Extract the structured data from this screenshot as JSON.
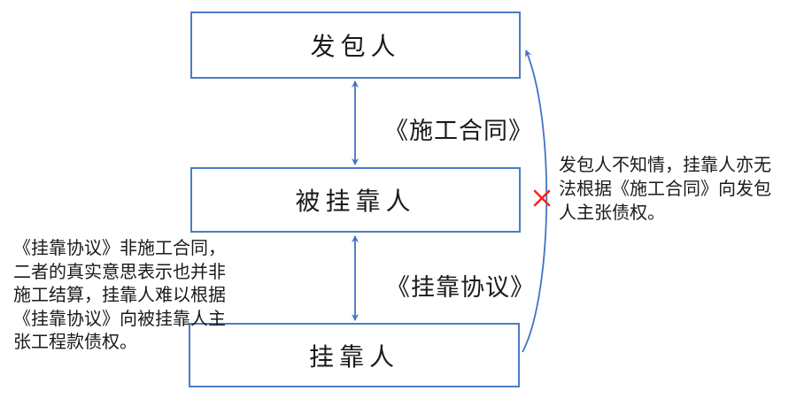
{
  "diagram": {
    "nodes": [
      {
        "id": "employer",
        "label": "发包人"
      },
      {
        "id": "affiliated",
        "label": "被挂靠人"
      },
      {
        "id": "attacher",
        "label": "挂靠人"
      }
    ],
    "edges": [
      {
        "id": "construction-contract",
        "label": "《施工合同》",
        "from": "employer",
        "to": "affiliated",
        "style": "double-arrow"
      },
      {
        "id": "affiliation-agreement",
        "label": "《挂靠协议》",
        "from": "affiliated",
        "to": "attacher",
        "style": "double-arrow"
      },
      {
        "id": "blocked-claim",
        "label": "",
        "from": "attacher",
        "to": "employer",
        "style": "curved-arrow-with-red-x"
      }
    ],
    "annotations": {
      "left": "《挂靠协议》非施工合同，\n二者的真实意思表示也并非\n施工结算，挂靠人难以根据\n《挂靠协议》向被挂靠人主\n张工程款债权。",
      "right": "发包人不知情，挂靠人亦无\n法根据《施工合同》向发包\n人主张债权。"
    },
    "colors": {
      "box_border": "#4a7cc7",
      "arrow_line": "#4472c4",
      "red_cross": "#ff1f1f",
      "text": "#1a1a1a",
      "background": "#ffffff"
    }
  }
}
